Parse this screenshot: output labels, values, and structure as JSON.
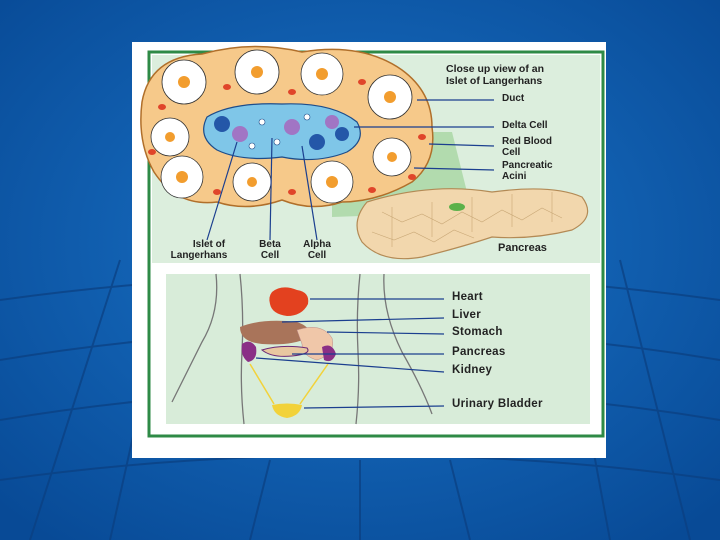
{
  "slide": {
    "background_color": "#0a5bb0",
    "figure": {
      "top_diagram": {
        "title_line1": "Close up view of an",
        "title_line2": "Islet of Langerhans",
        "labels": {
          "duct": "Duct",
          "delta_cell": "Delta Cell",
          "red_blood_cell_line1": "Red Blood",
          "red_blood_cell_line2": "Cell",
          "pancreatic_acini_line1": "Pancreatic",
          "pancreatic_acini_line2": "Acini",
          "islet_line1": "Islet of",
          "islet_line2": "Langerhans",
          "beta_line1": "Beta",
          "beta_line2": "Cell",
          "alpha_line1": "Alpha",
          "alpha_line2": "Cell",
          "pancreas": "Pancreas"
        }
      },
      "bottom_diagram": {
        "labels": {
          "heart": "Heart",
          "liver": "Liver",
          "stomach": "Stomach",
          "pancreas": "Pancreas",
          "kidney": "Kidney",
          "urinary_bladder": "Urinary Bladder"
        }
      }
    }
  }
}
